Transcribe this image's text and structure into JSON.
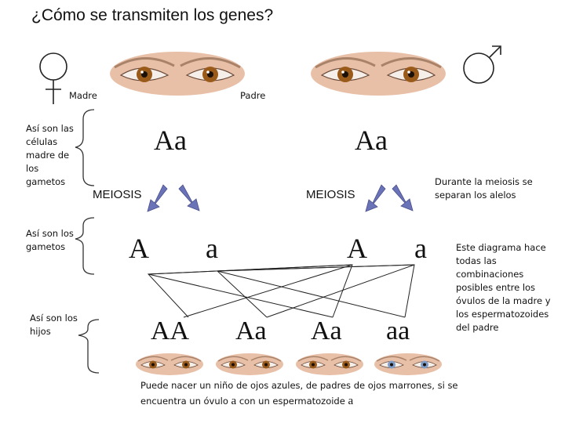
{
  "title": "¿Cómo se transmiten los genes?",
  "mother_label": "Madre",
  "father_label": "Padre",
  "side_labels": {
    "stem_cells": "Así son las células madre de los gametos",
    "gametes": "Así son los gametos",
    "children": "Así son los hijos"
  },
  "parents": {
    "mother_genotype": "Aa",
    "father_genotype": "Aa",
    "mother_eye_color": "#9a5a1a",
    "father_eye_color": "#9a5a1a"
  },
  "meiosis": {
    "left_label": "MEIOSIS",
    "right_label": "MEIOSIS",
    "note": "Durante la meiosis se separan los alelos",
    "arrow_color": "#6a72b8"
  },
  "gametes": {
    "mother": [
      "A",
      "a"
    ],
    "father": [
      "A",
      "a"
    ]
  },
  "children": [
    {
      "genotype": "AA",
      "eye_color": "#9a5a1a"
    },
    {
      "genotype": "Aa",
      "eye_color": "#9a5a1a"
    },
    {
      "genotype": "Aa",
      "eye_color": "#9a5a1a"
    },
    {
      "genotype": "aa",
      "eye_color": "#7d9cc8"
    }
  ],
  "side_note": "Este diagrama hace todas las combinaciones posibles entre los óvulos de la madre y los espermatozoides del padre",
  "conclusion": {
    "line1": "Puede nacer un niño de ojos azules, de padres de ojos marrones, si se",
    "line2_pre": "encuentra un óvulo ",
    "line2_a1": "a",
    "line2_mid": " con un espermatozoide ",
    "line2_a2": "a"
  }
}
